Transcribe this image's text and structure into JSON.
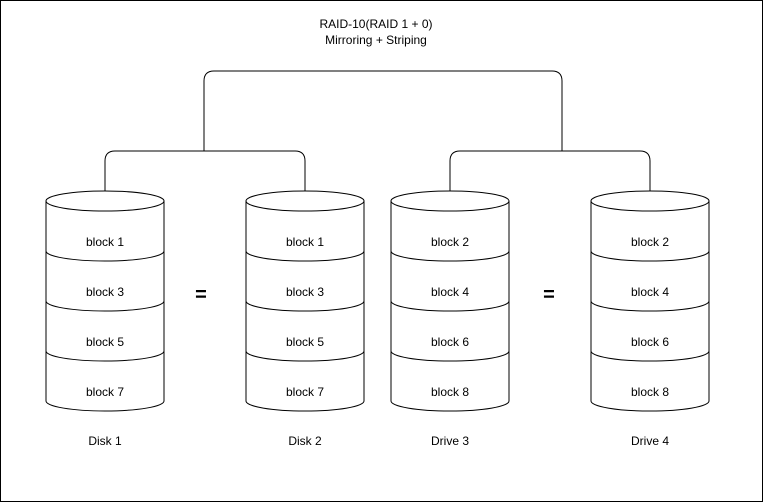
{
  "title": {
    "line1": "RAID-10(RAID 1 + 0)",
    "line2": "Mirroring + Striping"
  },
  "disks": [
    {
      "label": "Disk 1",
      "blocks": [
        "block 1",
        "block 3",
        "block 5",
        "block 7"
      ]
    },
    {
      "label": "Disk 2",
      "blocks": [
        "block 1",
        "block 3",
        "block 5",
        "block 7"
      ]
    },
    {
      "label": "Drive 3",
      "blocks": [
        "block 2",
        "block 4",
        "block 6",
        "block 8"
      ]
    },
    {
      "label": "Drive 4",
      "blocks": [
        "block 2",
        "block 4",
        "block 6",
        "block 8"
      ]
    }
  ],
  "mirror_symbols": [
    "=",
    "="
  ],
  "colors": {
    "stroke": "#000000",
    "background": "#ffffff"
  }
}
